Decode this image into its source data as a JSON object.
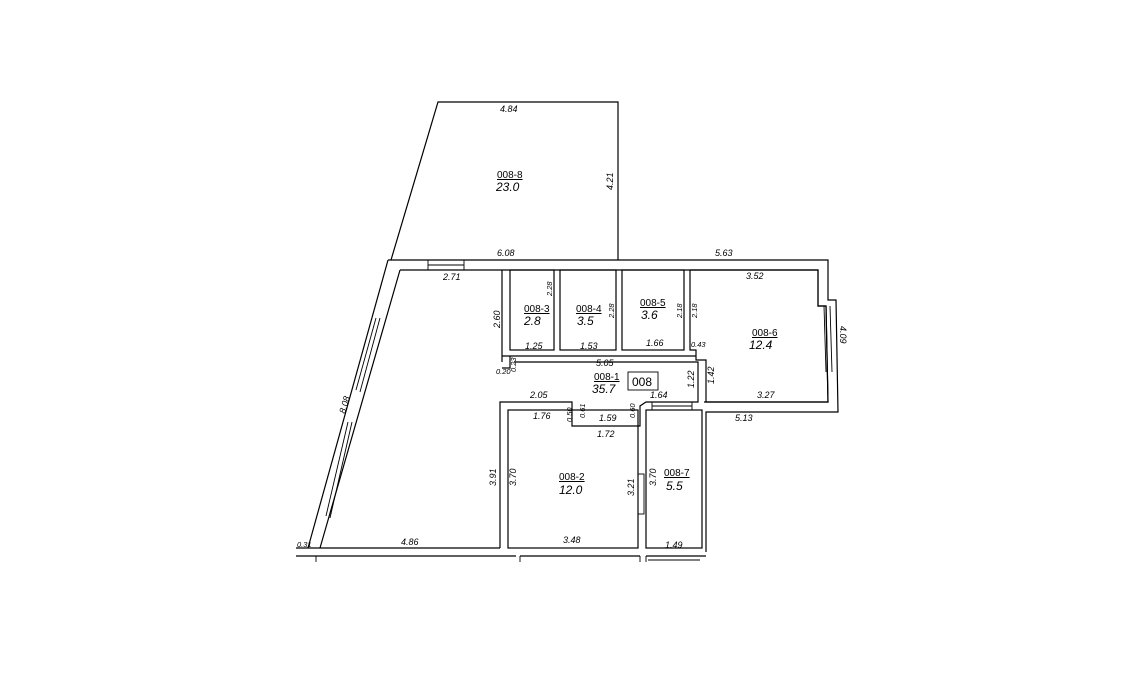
{
  "plan": {
    "unit_label": "008",
    "rooms": [
      {
        "id": "008-8",
        "area": "23.0"
      },
      {
        "id": "008-3",
        "area": "2.8"
      },
      {
        "id": "008-4",
        "area": "3.5"
      },
      {
        "id": "008-5",
        "area": "3.6"
      },
      {
        "id": "008-6",
        "area": "12.4"
      },
      {
        "id": "008-1",
        "area": "35.7"
      },
      {
        "id": "008-2",
        "area": "12.0"
      },
      {
        "id": "008-7",
        "area": "5.5"
      }
    ],
    "dimensions": {
      "d484": "4.84",
      "d421": "4.21",
      "d608": "6.08",
      "d563": "5.63",
      "d271": "2.71",
      "d352": "3.52",
      "d409": "4.09",
      "d228a": "2.28",
      "d228b": "2.28",
      "d218a": "2.18",
      "d218b": "2.18",
      "d260": "2.60",
      "d125": "1.25",
      "d153": "1.53",
      "d166": "1.66",
      "d043": "0.43",
      "d020": "0.20",
      "d023": "0.23",
      "d505": "5.05",
      "d122": "1.22",
      "d142": "1.42",
      "d327": "3.27",
      "d513": "5.13",
      "d205": "2.05",
      "d176": "1.76",
      "d050": "0.50",
      "d061": "0.61",
      "d159": "1.59",
      "d060": "0.60",
      "d164": "1.64",
      "d172": "1.72",
      "d808": "8.08",
      "d391": "3.91",
      "d370a": "3.70",
      "d321": "3.21",
      "d370b": "3.70",
      "d031": "0.31",
      "d486": "4.86",
      "d348": "3.48",
      "d149": "1.49"
    }
  }
}
